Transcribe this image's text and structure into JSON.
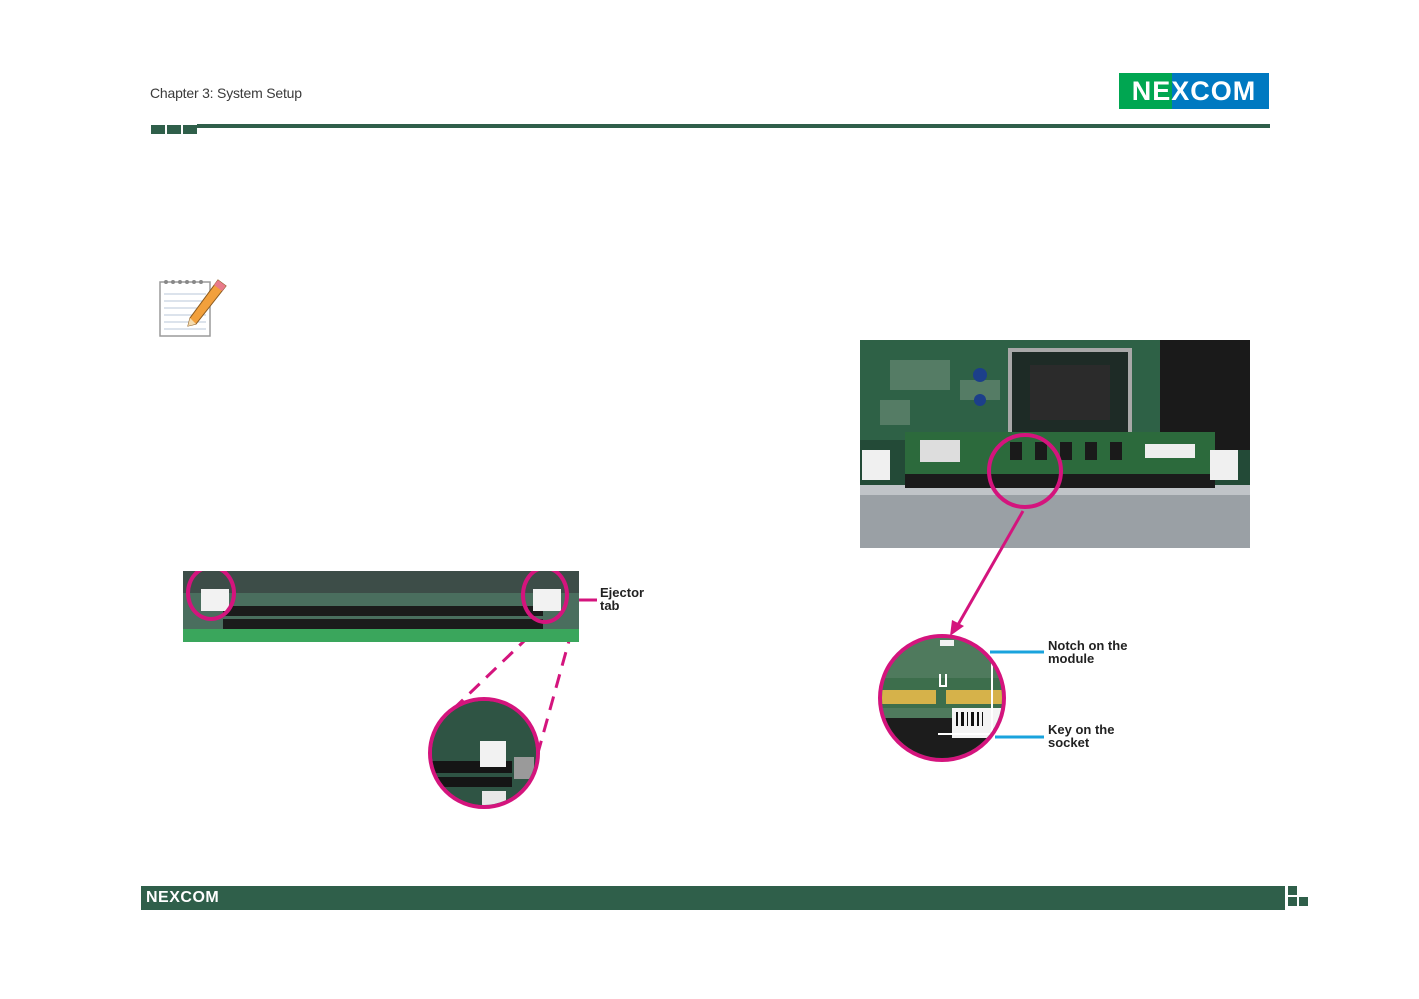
{
  "header": {
    "chapter_title": "Chapter 3: System Setup",
    "logo_text": "NEXCOM"
  },
  "figures": {
    "ejector_label_line1": "Ejector",
    "ejector_label_line2": "tab",
    "notch_label_line1": "Notch on the",
    "notch_label_line2": "module",
    "key_label_line1": "Key on the",
    "key_label_line2": "socket"
  },
  "footer": {
    "logo_text": "NEXCOM"
  },
  "colors": {
    "brand_green": "#2f5f4a",
    "logo_green": "#00a651",
    "logo_blue": "#0079c1",
    "highlight_magenta": "#d4147d",
    "callout_blue": "#1aa3dd"
  }
}
